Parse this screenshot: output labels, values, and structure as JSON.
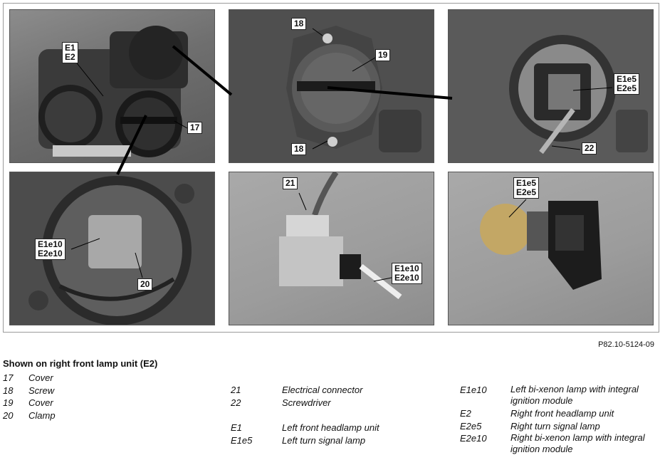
{
  "figure_id": "P82.10-5124-09",
  "callouts": {
    "e1_e2": "E1\nE2",
    "n17": "17",
    "n18_top": "18",
    "n18_bottom": "18",
    "n19": "19",
    "e1e5_e2e5_top": "E1e5\nE2e5",
    "n22": "22",
    "e1e10_e2e10_left": "E1e10\nE2e10",
    "n20": "20",
    "n21": "21",
    "e1e10_e2e10_mid": "E1e10\nE2e10",
    "e1e5_e2e5_right": "E1e5\nE2e5"
  },
  "caption_title": "Shown on right front lamp unit (E2)",
  "legend": {
    "col1": [
      {
        "key": "17",
        "desc": "Cover"
      },
      {
        "key": "18",
        "desc": "Screw"
      },
      {
        "key": "19",
        "desc": "Cover"
      },
      {
        "key": "20",
        "desc": "Clamp"
      }
    ],
    "col2a": [
      {
        "key": "21",
        "desc": "Electrical connector"
      },
      {
        "key": "22",
        "desc": "Screwdriver"
      }
    ],
    "col2b": [
      {
        "key": "E1",
        "desc": "Left front headlamp unit"
      },
      {
        "key": "E1e5",
        "desc": "Left turn signal lamp"
      }
    ],
    "col3": [
      {
        "key": "E1e10",
        "desc": "Left bi-xenon lamp with integral ignition module"
      },
      {
        "key": "E2",
        "desc": "Right front headlamp unit"
      },
      {
        "key": "E2e5",
        "desc": "Right turn signal lamp"
      },
      {
        "key": "E2e10",
        "desc": "Right bi-xenon lamp with integral ignition module"
      }
    ]
  }
}
